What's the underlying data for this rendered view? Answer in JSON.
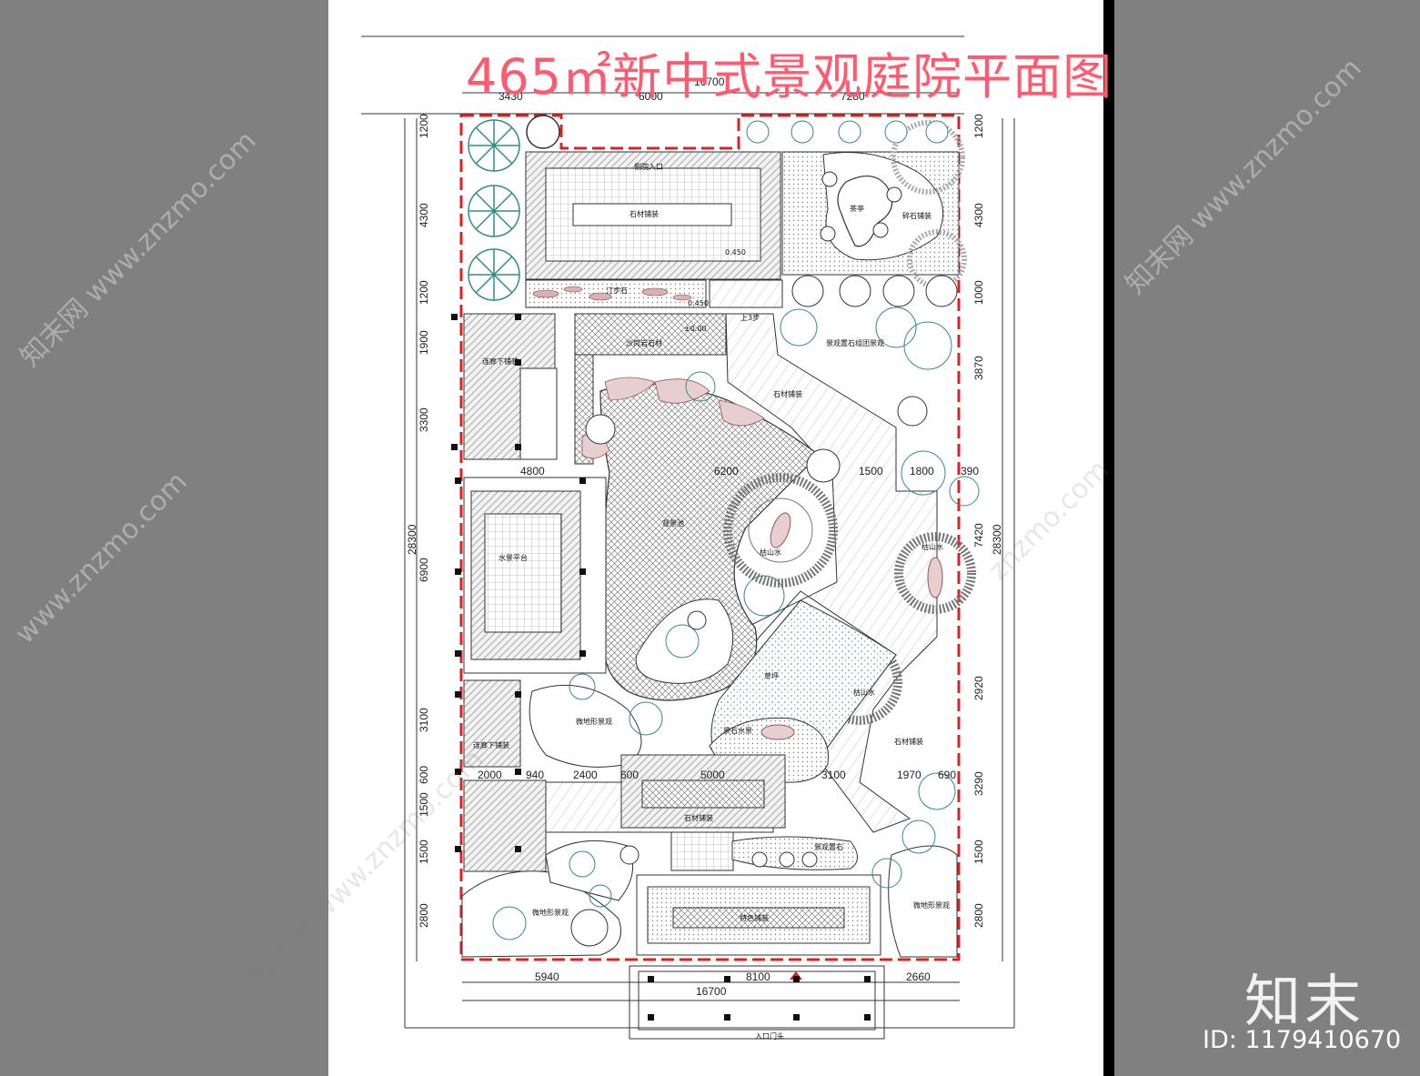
{
  "title": "465㎡新中式景观庭院平面图",
  "id_label": "ID: 1179410670",
  "brand": "知末",
  "watermarks": [
    "知末网 www.znzmo.com",
    "www.znzmo.com",
    "znzmo.com"
  ],
  "dims_top": [
    "3430",
    "6000",
    "16700",
    "7280"
  ],
  "dims_bottom": [
    "5940",
    "8100",
    "16700",
    "2660"
  ],
  "dims_left": [
    "1200",
    "4300",
    "1200",
    "1900",
    "3300",
    "6900",
    "3100",
    "600",
    "1500",
    "1500",
    "2800",
    "28300"
  ],
  "dims_right": [
    "1200",
    "4300",
    "1000",
    "3870",
    "7420",
    "2920",
    "3290",
    "1500",
    "2800",
    "28300"
  ],
  "dims_mid_row1": [
    "4800",
    "6200",
    "1500",
    "1800",
    "390"
  ],
  "dims_mid_row2": [
    "2000",
    "940",
    "2400",
    "600",
    "5000",
    "3100",
    "1970",
    "690"
  ],
  "labels": {
    "entrance_top": "侧院入口",
    "stone_paving_top": "石材铺装",
    "elev_450": "0.450",
    "stepping": "汀步石",
    "elev_050": "0.450",
    "steps3": "上3步",
    "elev_050b": "±0.00",
    "granite_top": "沙岗岩石材",
    "corridor_upper": "连廊下铺装",
    "stone_paving_mid": "石材铺装",
    "water_platform": "水景平台",
    "pool": "观景池",
    "karesansui1": "枯山水",
    "karesansui2": "枯山水",
    "karesansui3": "枯山水",
    "lawn": "草坪",
    "boulder_water": "景石水景",
    "stone_paving_right": "石材铺装",
    "corridor_lower": "连廊下铺装",
    "ground_cover_left": "微地形景观",
    "stone_paving_bottom": "石材铺装",
    "step_stone_bottom": "景观置石",
    "feature_paving": "特色铺装",
    "ground_cover_bl": "微地形景观",
    "ground_cover_br": "微地形景观",
    "tea": "茶亭",
    "gravel": "碎石铺装",
    "rockery": "景观置石组团景观",
    "gate": "入口门头"
  }
}
